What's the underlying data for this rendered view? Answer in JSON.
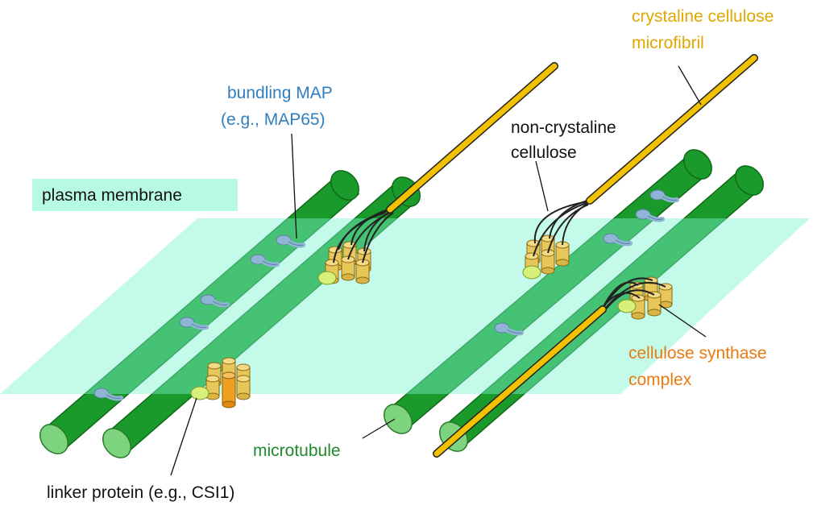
{
  "labels": {
    "plasma_membrane": "plasma membrane",
    "bundling_map_line1": "bundling MAP",
    "bundling_map_line2": "(e.g., MAP65)",
    "crystalline_line1": "crystaline cellulose",
    "crystalline_line2": "microfibril",
    "noncrystalline_line1": "non-crystaline",
    "noncrystalline_line2": "cellulose",
    "synthase_line1": "cellulose synthase",
    "synthase_line2": "complex",
    "microtubule": "microtubule",
    "linker": "linker protein (e.g., CSI1)"
  },
  "colors": {
    "membrane": "#7af5cf",
    "microtubule": "#1a9a2a",
    "microtubule_end": "#7ed37e",
    "microfibril": "#f2c200",
    "map_protein": "#8fb4d6",
    "csc": "#e8c75a",
    "csc_active": "#f0a020",
    "linker": "#d6f07a",
    "label_blue": "#2f7fc0",
    "label_gold": "#e0a800",
    "label_orange": "#e87a10",
    "label_green": "#1f8a2a",
    "label_black": "#111111"
  }
}
